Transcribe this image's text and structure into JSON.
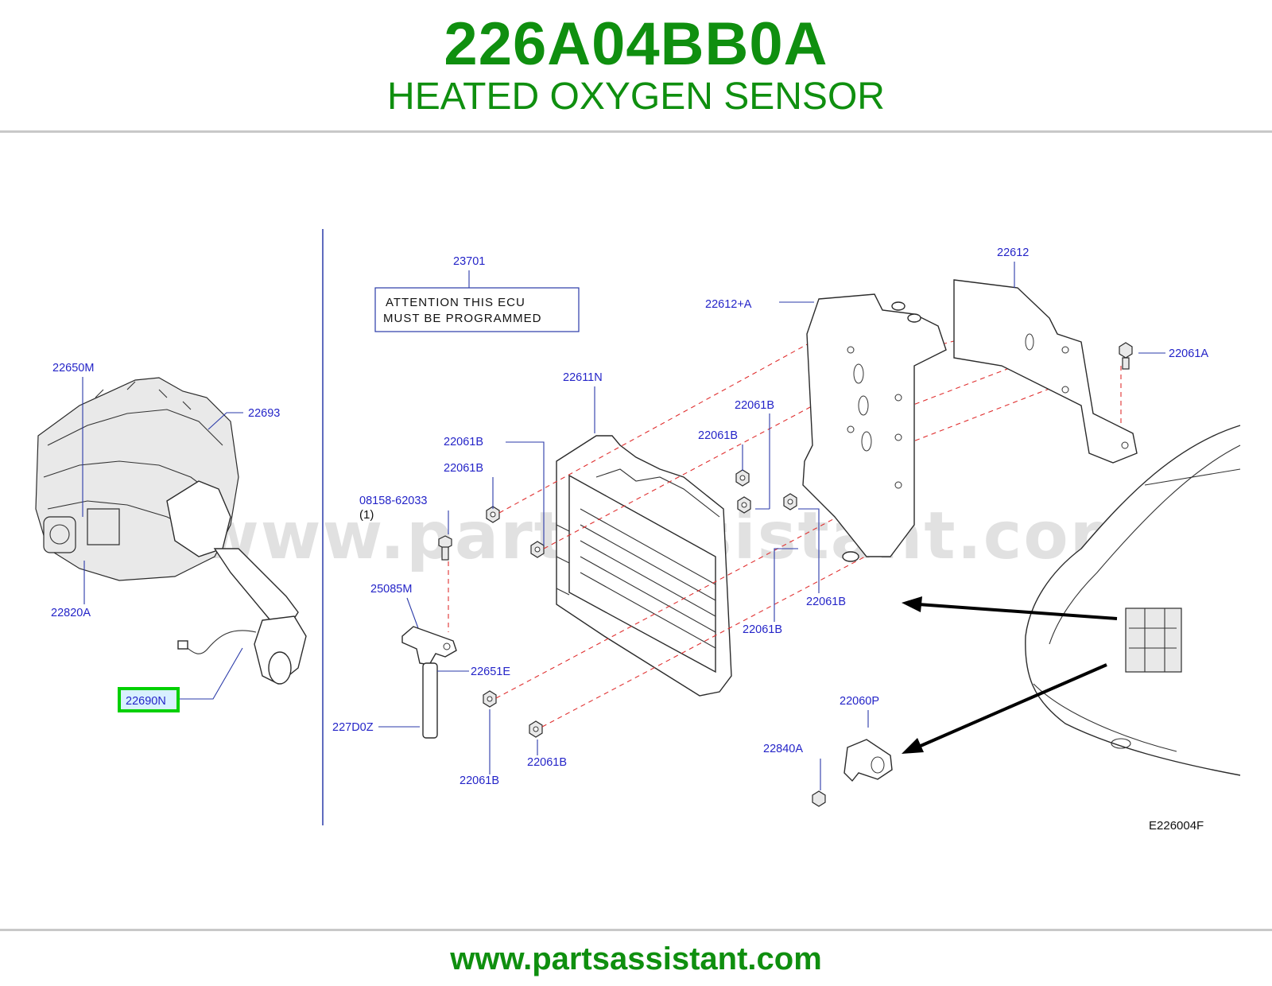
{
  "header": {
    "part_number": "226A04BB0A",
    "part_name": "HEATED OXYGEN SENSOR"
  },
  "footer": {
    "url": "www.partsassistant.com"
  },
  "watermark": "www.partsassistant.com",
  "notice": {
    "line1": "ATTENTION THIS ECU",
    "line2": "MUST BE PROGRAMMED"
  },
  "diagram_ref": "E226004F",
  "labels": {
    "l_22650M": "22650M",
    "l_22693": "22693",
    "l_22820A": "22820A",
    "l_22690N": "22690N",
    "l_23701": "23701",
    "l_22611N": "22611N",
    "l_22061B_a": "22061B",
    "l_22061B_b": "22061B",
    "l_08158": "08158-62033",
    "l_qty": "(1)",
    "l_25085M": "25085M",
    "l_22651E": "22651E",
    "l_227D0Z": "227D0Z",
    "l_22061B_c": "22061B",
    "l_22061B_d": "22061B",
    "l_22612A": "22612+A",
    "l_22612": "22612",
    "l_22061A": "22061A",
    "l_22061B_e": "22061B",
    "l_22061B_f": "22061B",
    "l_22061B_g": "22061B",
    "l_22061B_h": "22061B",
    "l_22060P": "22060P",
    "l_22840A": "22840A"
  },
  "highlight": {
    "part": "22690N",
    "color": "#00d000"
  },
  "colors": {
    "title_green": "#0f8f0f",
    "label_blue": "#2424c8",
    "dash_red": "#e03030"
  }
}
